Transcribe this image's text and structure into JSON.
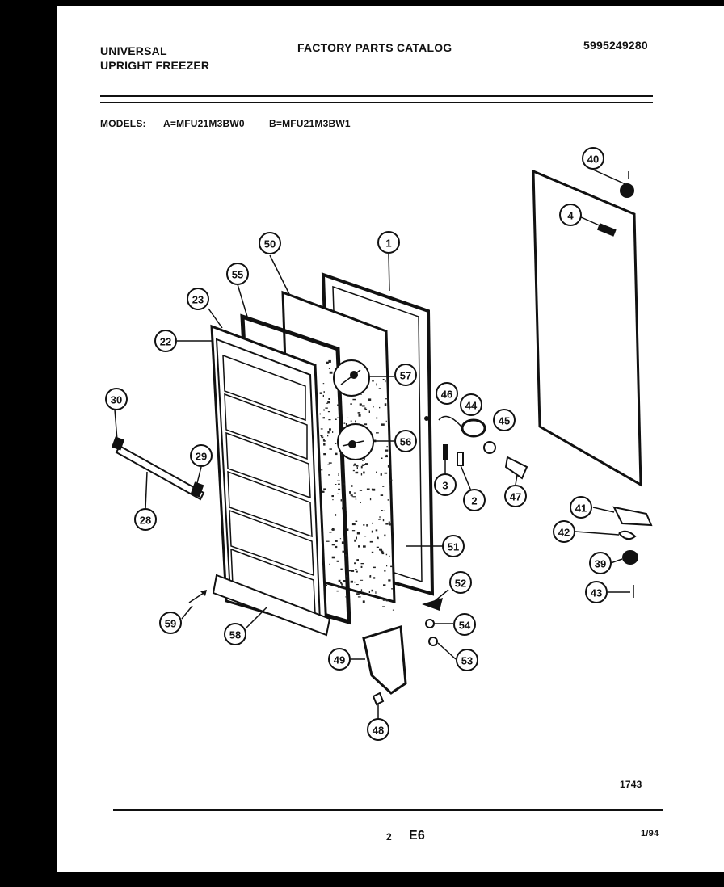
{
  "header": {
    "brand_line1": "UNIVERSAL",
    "brand_line2": "UPRIGHT FREEZER",
    "title": "FACTORY PARTS CATALOG",
    "catalog_number": "5995249280"
  },
  "models": {
    "label": "MODELS:",
    "a": "A=MFU21M3BW0",
    "b": "B=MFU21M3BW1"
  },
  "footer": {
    "drawing_number": "1743",
    "page_number": "2",
    "section": "E6",
    "date": "1/94"
  },
  "callouts": [
    {
      "id": "40",
      "label": "40"
    },
    {
      "id": "4",
      "label": "4"
    },
    {
      "id": "50",
      "label": "50"
    },
    {
      "id": "1",
      "label": "1"
    },
    {
      "id": "55",
      "label": "55"
    },
    {
      "id": "23",
      "label": "23"
    },
    {
      "id": "22",
      "label": "22"
    },
    {
      "id": "57",
      "label": "57"
    },
    {
      "id": "46",
      "label": "46"
    },
    {
      "id": "44",
      "label": "44"
    },
    {
      "id": "45",
      "label": "45"
    },
    {
      "id": "30",
      "label": "30"
    },
    {
      "id": "56",
      "label": "56"
    },
    {
      "id": "29",
      "label": "29"
    },
    {
      "id": "3",
      "label": "3"
    },
    {
      "id": "2",
      "label": "2"
    },
    {
      "id": "47",
      "label": "47"
    },
    {
      "id": "28",
      "label": "28"
    },
    {
      "id": "41",
      "label": "41"
    },
    {
      "id": "42",
      "label": "42"
    },
    {
      "id": "51",
      "label": "51"
    },
    {
      "id": "39",
      "label": "39"
    },
    {
      "id": "52",
      "label": "52"
    },
    {
      "id": "43",
      "label": "43"
    },
    {
      "id": "59",
      "label": "59"
    },
    {
      "id": "58",
      "label": "58"
    },
    {
      "id": "54",
      "label": "54"
    },
    {
      "id": "49",
      "label": "49"
    },
    {
      "id": "53",
      "label": "53"
    },
    {
      "id": "48",
      "label": "48"
    }
  ]
}
